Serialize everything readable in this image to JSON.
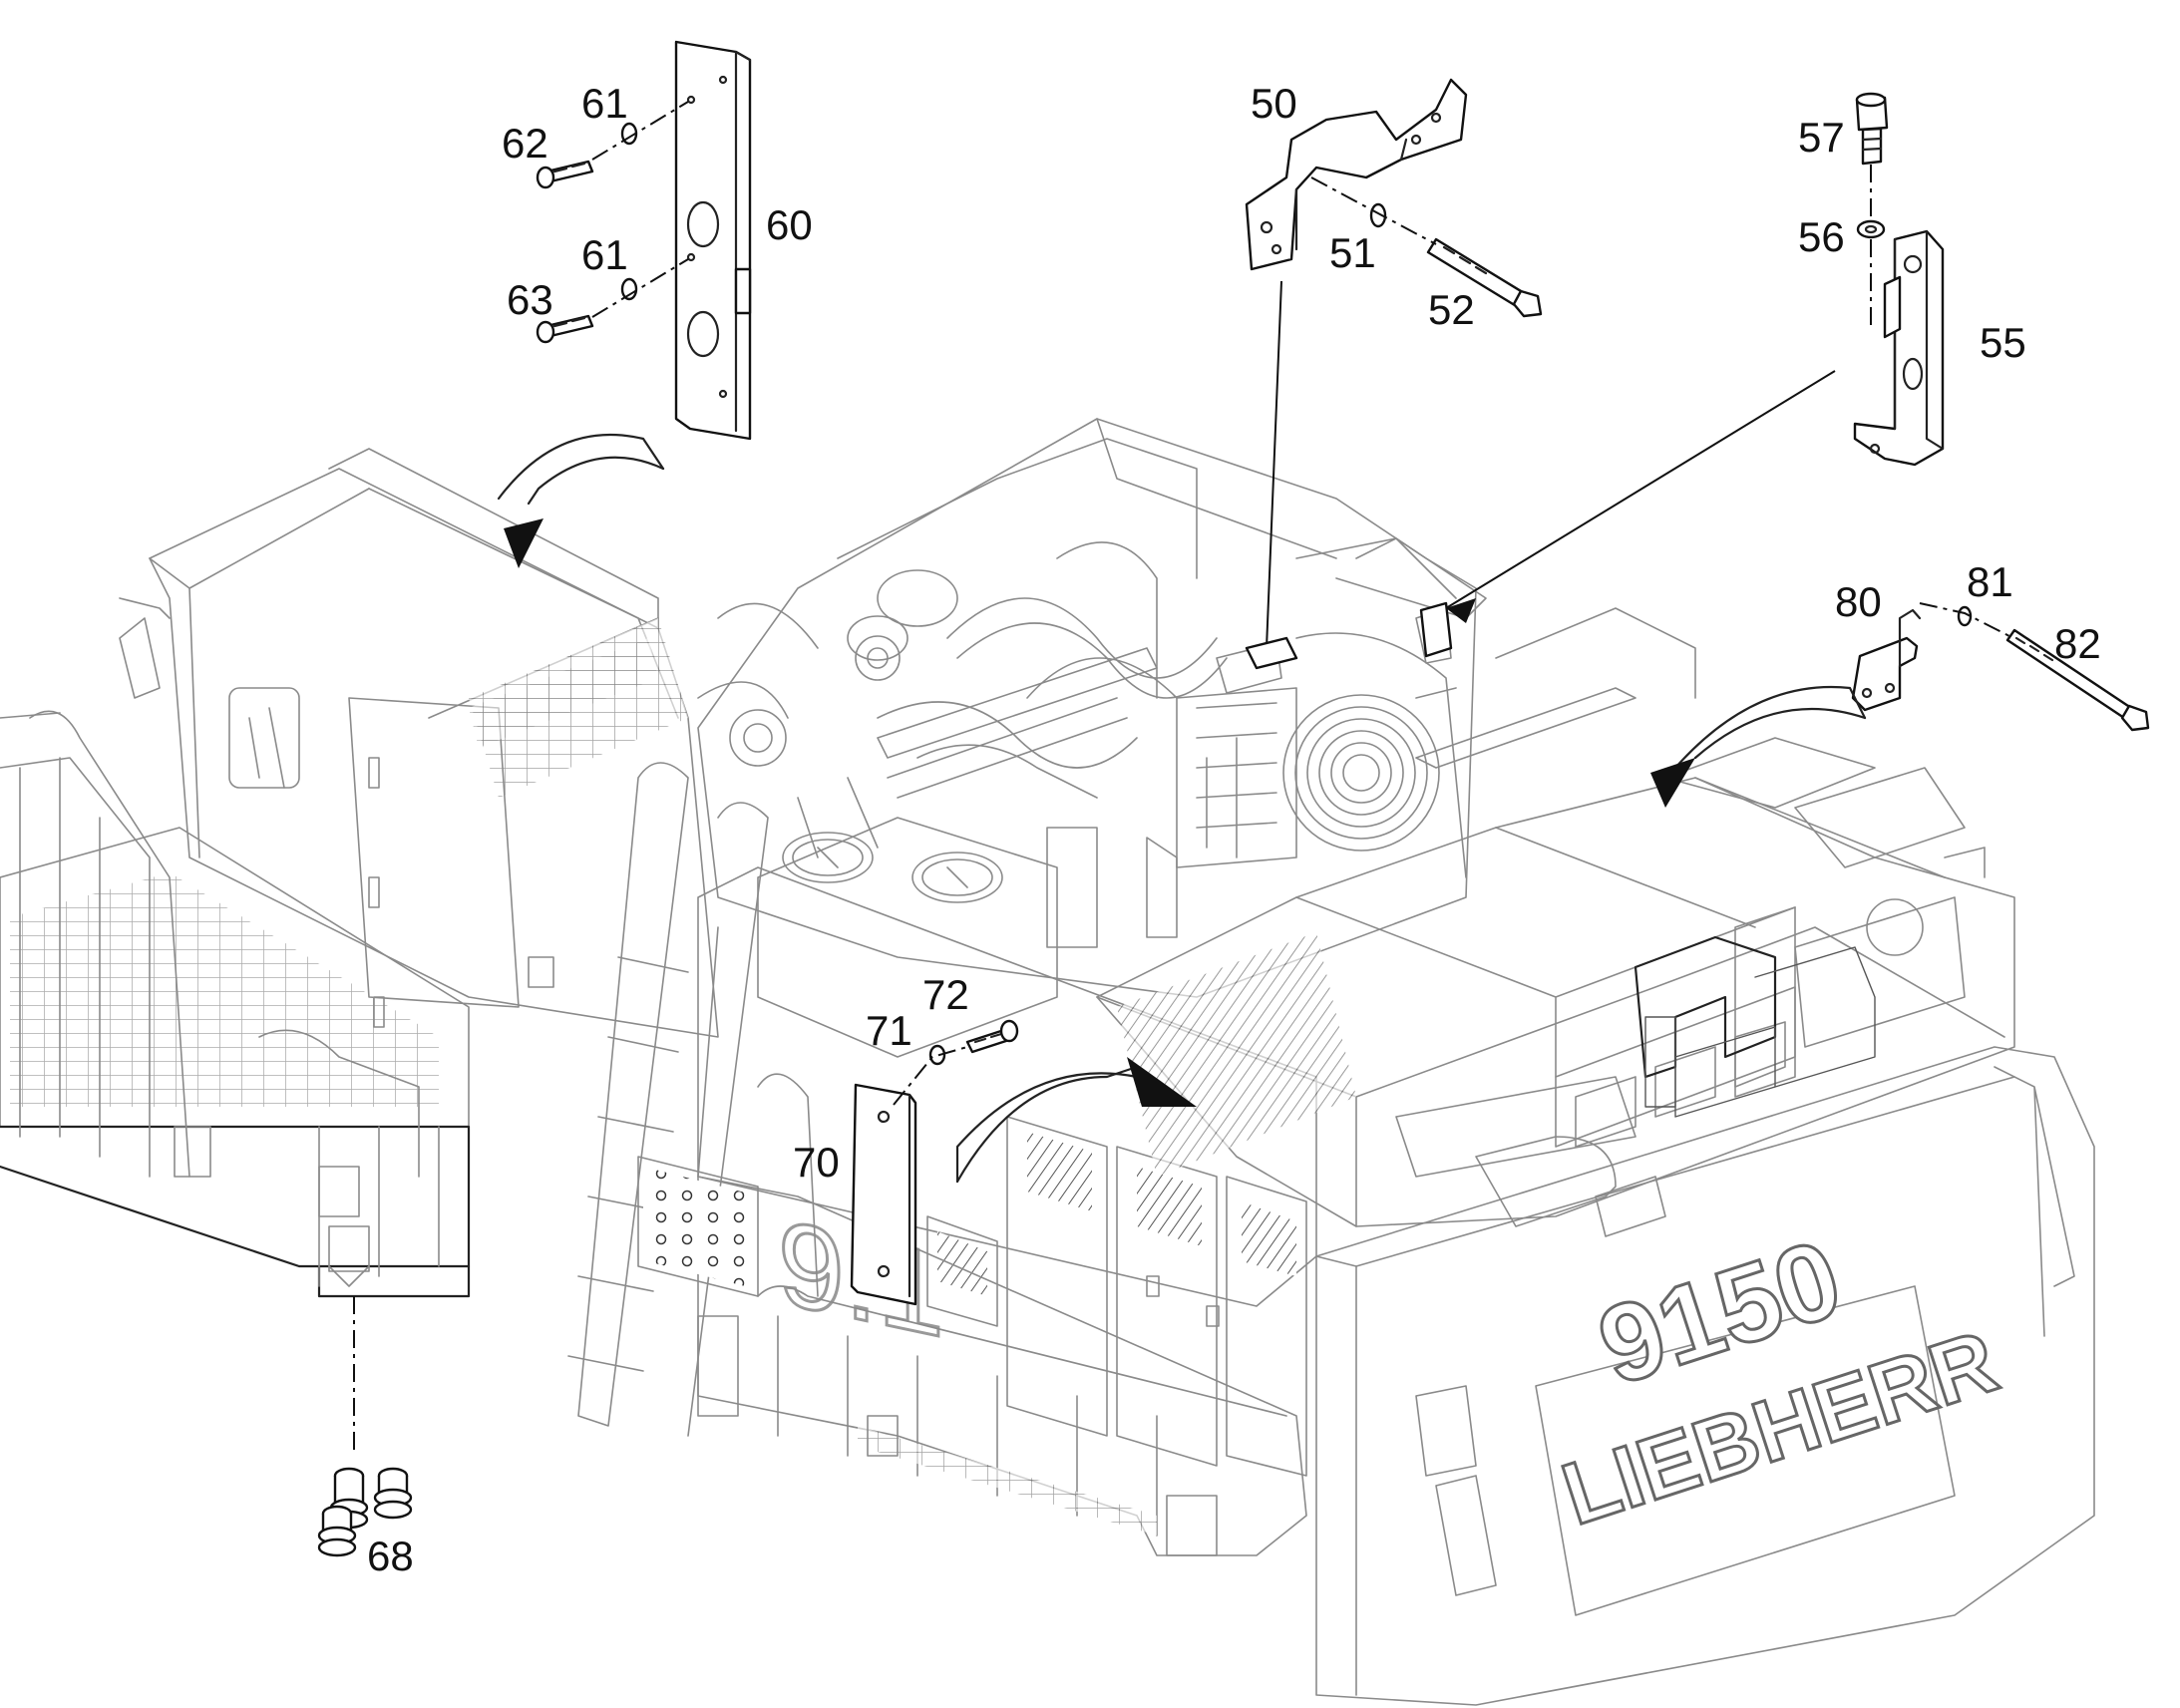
{
  "brand": {
    "model": "9150",
    "maker": "LIEBHERR"
  },
  "callouts": {
    "p50": "50",
    "p51": "51",
    "p52": "52",
    "p55": "55",
    "p56": "56",
    "p57": "57",
    "p60": "60",
    "p61a": "61",
    "p61b": "61",
    "p62": "62",
    "p63": "63",
    "p68": "68",
    "p70": "70",
    "p71": "71",
    "p72": "72",
    "p80": "80",
    "p81": "81",
    "p82": "82"
  }
}
